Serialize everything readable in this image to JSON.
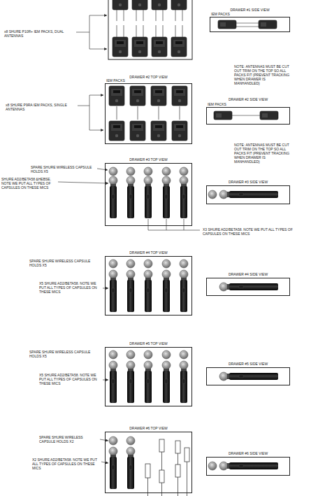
{
  "diagram": {
    "nodes": [
      {
        "text": [
          "DRAWER #1 SIDE VIEW",
          "IEM PACKS"
        ]
      },
      {
        "text": [
          "DRAWER #2 TOP VIEW",
          "IEM PACKS"
        ]
      },
      {
        "text": [
          "DRAWER #2 SIDE VIEW",
          "IEM PACKS"
        ]
      },
      {
        "text": [
          "DRAWER #3 TOP VIEW"
        ]
      },
      {
        "text": [
          "DRAWER #3 SIDE VIEW"
        ]
      },
      {
        "text": [
          "DRAWER #4 TOP VIEW"
        ]
      },
      {
        "text": [
          "DRAWER #4 SIDE VIEW"
        ]
      },
      {
        "text": [
          "DRAWER #5 TOP VIEW"
        ]
      },
      {
        "text": [
          "DRAWER #5 SIDE VIEW"
        ]
      },
      {
        "text": [
          "DRAWER #6 TOP VIEW"
        ]
      },
      {
        "text": [
          "DRAWER #6 SIDE VIEW"
        ]
      }
    ],
    "labels": [
      "x8 SHURE P10R+ IEM PACKS, DUAL ANTENNAS",
      "NOTE: ANTENNAS MUST BE CUT OUT TRIM ON THE TOP SO ALL PACKS FIT (PREVENT TRACKING WHEN DRAWER IS MANHANDLED)",
      "x8 SHURE P9RA IEM PACKS, SINGLE ANTENNAS",
      "NOTE: ANTENNAS MUST BE CUT OUT TRIM ON THE TOP SO ALL PACKS FIT (PREVENT TRACKING WHEN DRAWER IS MANHANDLED)",
      "SPARE SHURE WIRELESS CAPSULE HOLDS X5",
      "SHURE AD2/BETA58 &HEBSE. NOTE WE PUT ALL TYPES OF CAPSULES ON THESE MICS",
      "X3 SHURE AD2/BETA58. NOTE WE PUT ALL TYPES OF CAPSULES ON THESE MICS",
      "SPARE SHURE WIRELESS CAPSULE HOLDS X5",
      "X5 SHURE AD2/BETA58. NOTE WE PUT ALL TYPES OF CAPSULES ON THESE MICS",
      "SPARE SHURE WIRELESS CAPSULE HOLDS X5",
      "X5 SHURE AD2/BETA58. NOTE WE PUT ALL TYPES OF CAPSULES ON THESE MICS",
      "SPARE SHURE WIRELESS CAPSULE HOLDS X2",
      "X2 SHURE AD2/BETA58. NOTE WE PUT ALL TYPES OF CAPSULES ON THESE MICS"
    ]
  }
}
